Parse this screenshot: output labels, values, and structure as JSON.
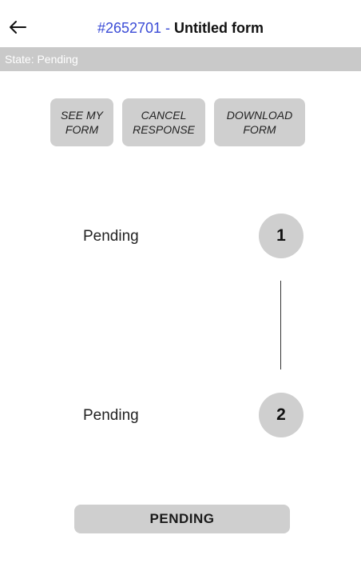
{
  "header": {
    "back_icon": "arrow-left-icon",
    "form_id": "#2652701",
    "separator": " - ",
    "form_name": "Untitled form"
  },
  "state_bar": {
    "text": "State: Pending"
  },
  "actions": [
    {
      "label": "SEE MY\nFORM"
    },
    {
      "label": "CANCEL\nRESPONSE"
    },
    {
      "label": "DOWNLOAD\nFORM"
    }
  ],
  "steps": [
    {
      "label": "Pending",
      "number": "1"
    },
    {
      "label": "Pending",
      "number": "2"
    }
  ],
  "status_button": {
    "label": "PENDING"
  },
  "colors": {
    "accent": "#3a4bd6",
    "gray": "#cfcfcf",
    "state_bar": "#c9c9c9"
  }
}
